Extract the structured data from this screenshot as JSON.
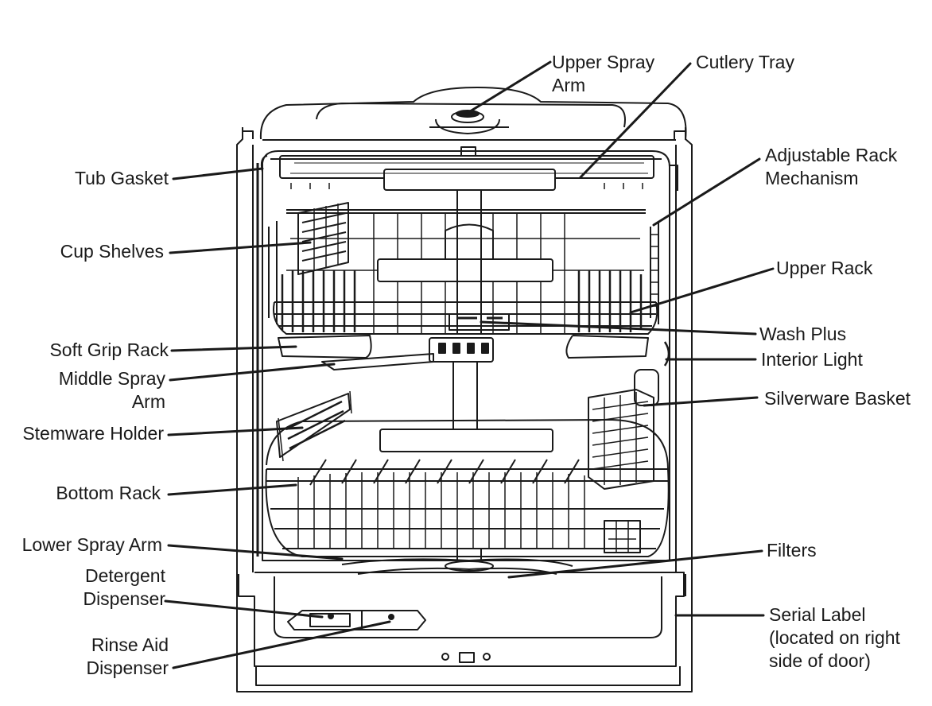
{
  "colors": {
    "line": "#1a1a1a",
    "fill": "#ffffff",
    "accent": "#ffffff"
  },
  "labels": {
    "upper_spray_arm": [
      "Upper Spray",
      "Arm"
    ],
    "cutlery_tray": [
      "Cutlery Tray"
    ],
    "adjustable_rack_mechanism": [
      "Adjustable Rack",
      "Mechanism"
    ],
    "tub_gasket": [
      "Tub Gasket"
    ],
    "cup_shelves": [
      "Cup Shelves"
    ],
    "upper_rack": [
      "Upper Rack"
    ],
    "wash_plus": [
      "Wash Plus"
    ],
    "interior_light": [
      "Interior Light"
    ],
    "soft_grip_rack": [
      "Soft Grip Rack"
    ],
    "middle_spray_arm": [
      "Middle Spray",
      "Arm"
    ],
    "silverware_basket": [
      "Silverware Basket"
    ],
    "stemware_holder": [
      "Stemware Holder"
    ],
    "bottom_rack": [
      "Bottom Rack"
    ],
    "lower_spray_arm": [
      "Lower Spray Arm"
    ],
    "filters": [
      "Filters"
    ],
    "detergent_dispenser": [
      "Detergent",
      "Dispenser"
    ],
    "serial_label": [
      "Serial Label",
      "(located on right",
      "side of door)"
    ],
    "rinse_aid_dispenser": [
      "Rinse Aid",
      "Dispenser"
    ]
  }
}
